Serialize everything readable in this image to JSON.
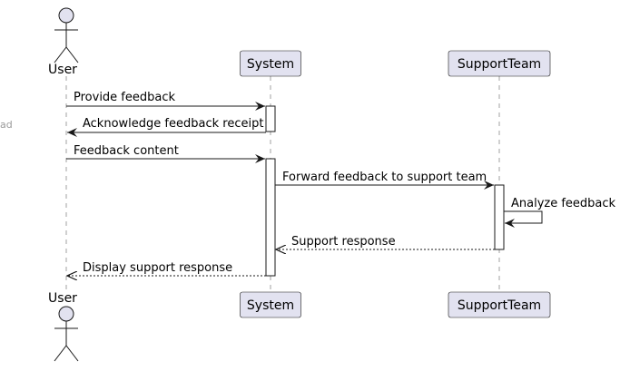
{
  "diagram": {
    "type": "sequence",
    "edge_fragment_text": "ad",
    "colors": {
      "participant_fill": "#E2E2F0",
      "participant_stroke": "#181818",
      "lifeline": "#A0A0A0",
      "activation_fill": "#FFFFFF",
      "arrow": "#181818"
    },
    "participants": [
      {
        "id": "user",
        "label": "User",
        "kind": "actor"
      },
      {
        "id": "system",
        "label": "System",
        "kind": "box"
      },
      {
        "id": "support",
        "label": "SupportTeam",
        "kind": "box"
      }
    ],
    "messages": [
      {
        "from": "user",
        "to": "system",
        "label": "Provide feedback",
        "style": "solid"
      },
      {
        "from": "system",
        "to": "user",
        "label": "Acknowledge feedback receipt",
        "style": "solid"
      },
      {
        "from": "user",
        "to": "system",
        "label": "Feedback content",
        "style": "solid"
      },
      {
        "from": "system",
        "to": "support",
        "label": "Forward feedback to support team",
        "style": "solid"
      },
      {
        "from": "support",
        "to": "support",
        "label": "Analyze feedback",
        "style": "solid"
      },
      {
        "from": "support",
        "to": "system",
        "label": "Support response",
        "style": "dashed"
      },
      {
        "from": "system",
        "to": "user",
        "label": "Display support response",
        "style": "dashed"
      }
    ]
  }
}
